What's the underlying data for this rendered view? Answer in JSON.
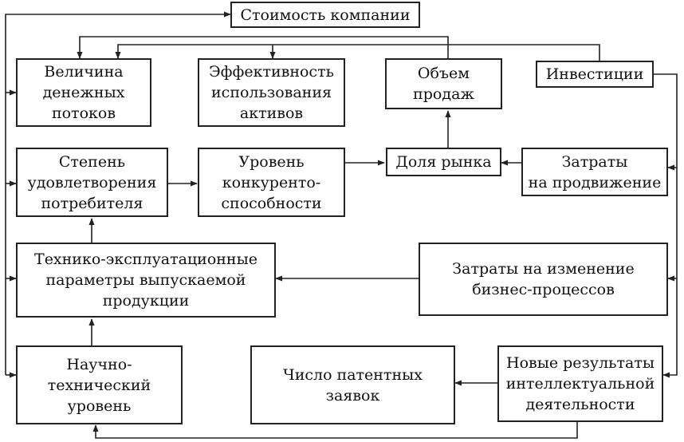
{
  "nodes": {
    "company_value": "Стоимость компании",
    "cash_flow": "Величина\nденежных\nпотоков",
    "asset_efficiency": "Эффективность\nиспользования\nактивов",
    "sales_volume": "Объем\nпродаж",
    "investments": "Инвестиции",
    "consumer_satisfaction": "Степень\nудовлетворения\nпотребителя",
    "competitiveness": "Уровень\nконкуренто-\nспособности",
    "market_share": "Доля рынка",
    "promotion_costs": "Затраты\nна продвижение",
    "tech_parameters": "Технико-эксплуатационные\nпараметры выпускаемой\nпродукции",
    "process_change_costs": "Затраты на изменение\nбизнес-процессов",
    "tech_level": "Научно-технический\nуровень",
    "patent_applications": "Число патентных\nзаявок",
    "ip_results": "Новые результаты\nинтеллектуальной\nдеятельности"
  }
}
